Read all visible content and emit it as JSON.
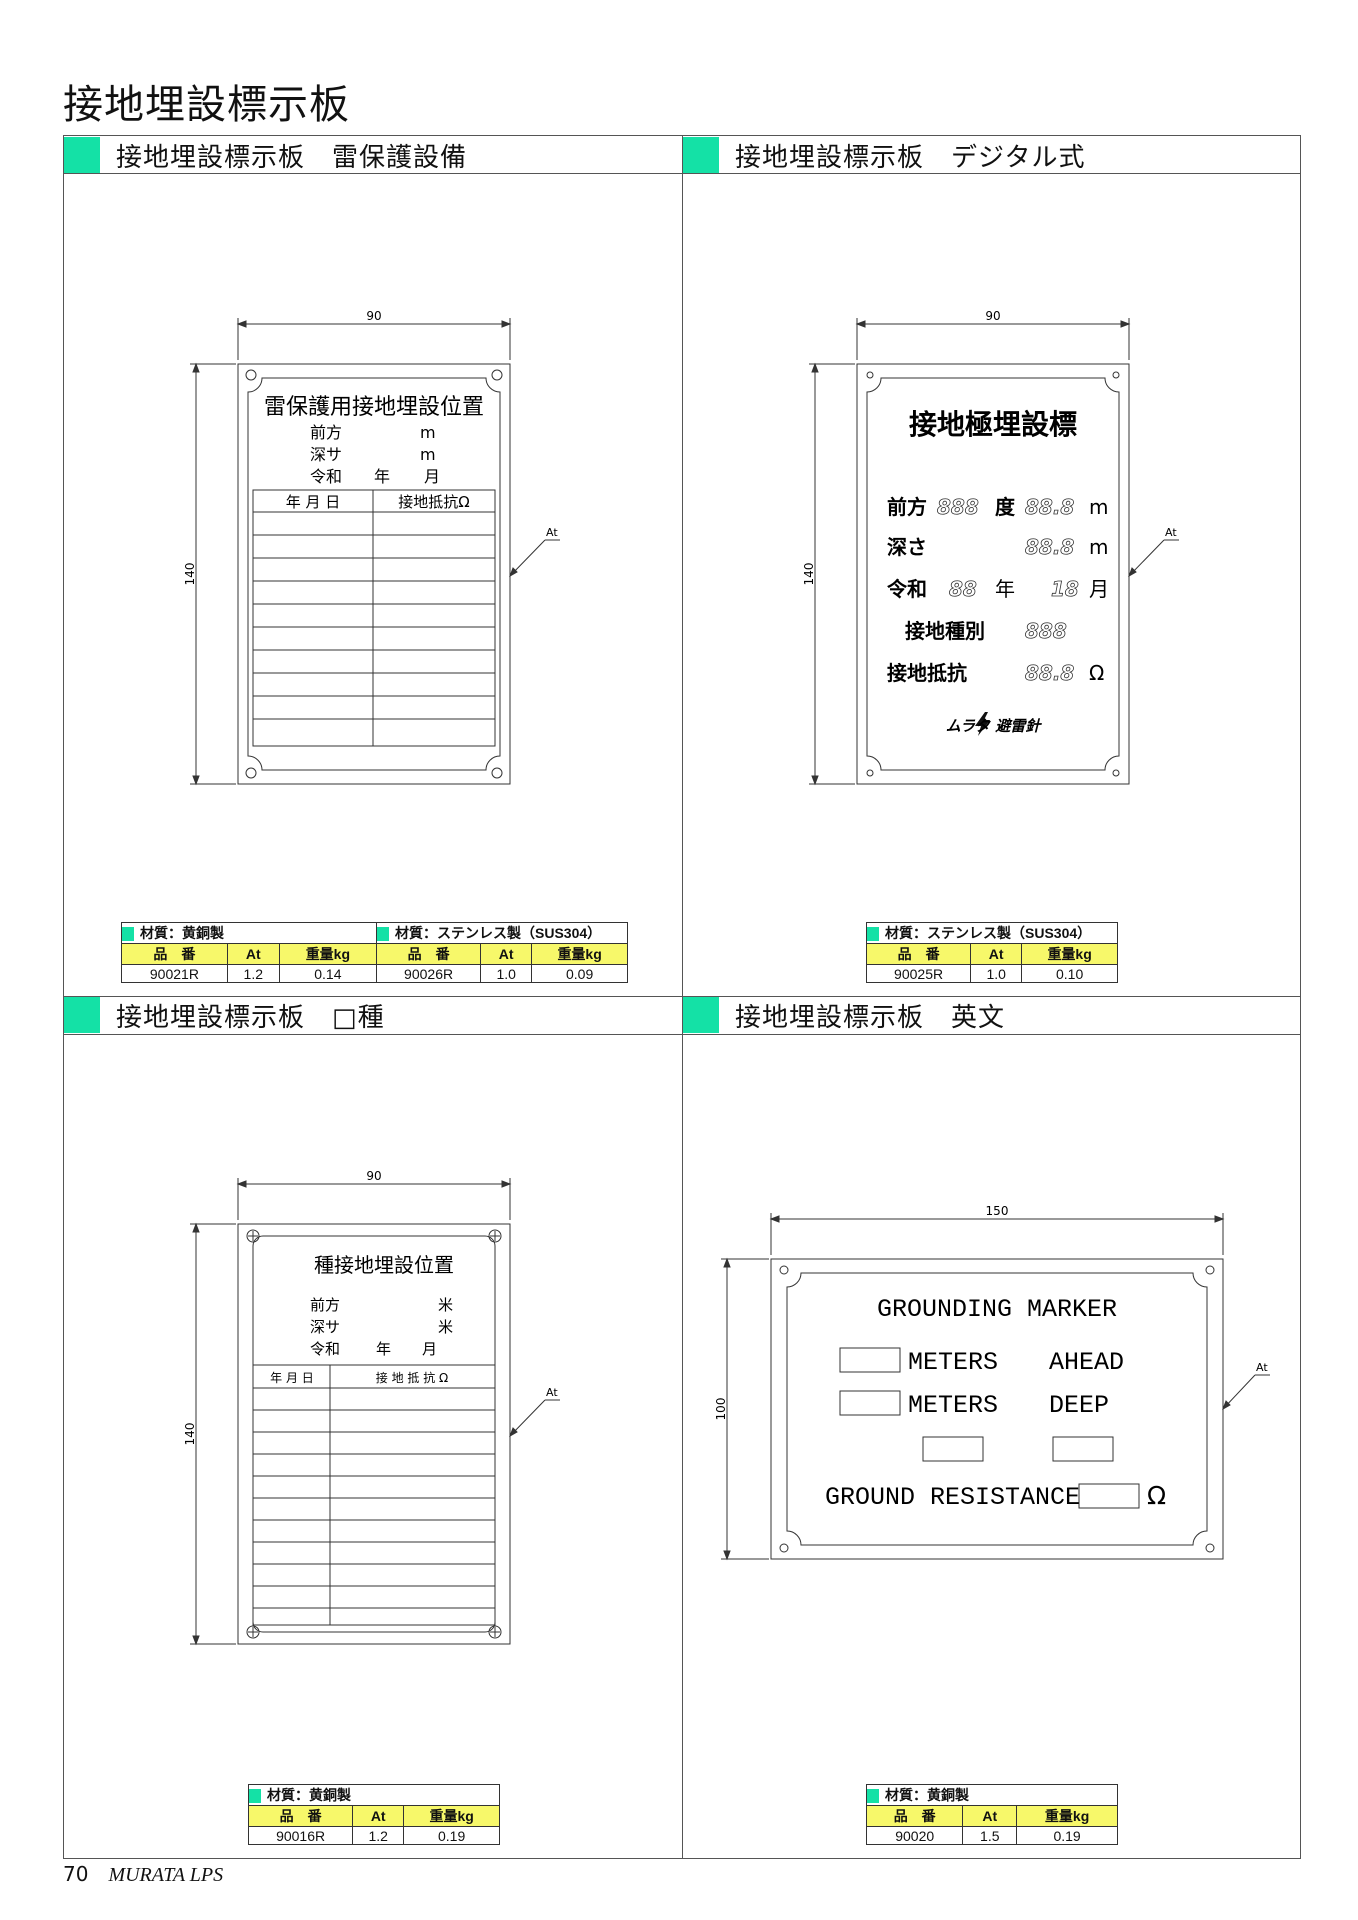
{
  "page_title": "接地埋設標示板",
  "panels": [
    {
      "title": "接地埋設標示板　雷保護設備",
      "drawing": {
        "dim_width": "90",
        "dim_height": "140",
        "leader": "At",
        "plate_title": "雷保護用接地埋設位置",
        "lines": [
          {
            "label": "前方",
            "unit": "m"
          },
          {
            "label": "深サ",
            "unit": "m"
          },
          {
            "label": "令和",
            "unit": "年",
            "unit2": "月"
          }
        ],
        "table_headers": [
          "年 月 日",
          "接地抵抗Ω"
        ]
      },
      "specs": [
        {
          "material": "材質：黄銅製",
          "headers": [
            "品　番",
            "At",
            "重量kg"
          ],
          "row": [
            "90021R",
            "1.2",
            "0.14"
          ]
        },
        {
          "material": "材質：ステンレス製（SUS304）",
          "headers": [
            "品　番",
            "At",
            "重量kg"
          ],
          "row": [
            "90026R",
            "1.0",
            "0.09"
          ]
        }
      ]
    },
    {
      "title": "接地埋設標示板　デジタル式",
      "drawing": {
        "dim_width": "90",
        "dim_height": "140",
        "leader": "At",
        "plate_title": "接地極埋設標",
        "lines": [
          {
            "label": "前方",
            "digits": "888",
            "mid": "度",
            "digits2": "88.8",
            "unit": "m"
          },
          {
            "label": "深さ",
            "digits2": "88.8",
            "unit": "m"
          },
          {
            "label": "令和",
            "digits": "88",
            "mid": "年",
            "digits2": "18",
            "unit": "月"
          },
          {
            "label": "接地種別",
            "digits2": "888"
          },
          {
            "label": "接地抵抗",
            "digits2": "88.8",
            "unit": "Ω"
          }
        ],
        "logo": "ムラタ 避雷針"
      },
      "specs": [
        {
          "material": "材質：ステンレス製（SUS304）",
          "headers": [
            "品　番",
            "At",
            "重量kg"
          ],
          "row": [
            "90025R",
            "1.0",
            "0.10"
          ]
        }
      ]
    },
    {
      "title": "接地埋設標示板　□種",
      "drawing": {
        "dim_width": "90",
        "dim_height": "140",
        "leader": "At",
        "plate_title": "種接地埋設位置",
        "lines": [
          {
            "label": "前方",
            "unit": "米"
          },
          {
            "label": "深サ",
            "unit": "米"
          },
          {
            "label": "令和",
            "unit": "年",
            "unit2": "月"
          }
        ],
        "table_headers": [
          "年 月 日",
          "接 地 抵 抗 Ω"
        ]
      },
      "specs": [
        {
          "material": "材質：黄銅製",
          "headers": [
            "品　番",
            "At",
            "重量kg"
          ],
          "row": [
            "90016R",
            "1.2",
            "0.19"
          ]
        }
      ]
    },
    {
      "title": "接地埋設標示板　英文",
      "drawing": {
        "dim_width": "150",
        "dim_height": "100",
        "leader": "At",
        "plate_title": "GROUNDING MARKER",
        "lines": [
          {
            "label": "METERS",
            "unit": "AHEAD"
          },
          {
            "label": "METERS",
            "unit": "DEEP"
          },
          {
            "label": "GROUND RESISTANCE",
            "unit": "Ω"
          }
        ]
      },
      "specs": [
        {
          "material": "材質：黄銅製",
          "headers": [
            "品　番",
            "At",
            "重量kg"
          ],
          "row": [
            "90020",
            "1.5",
            "0.19"
          ]
        }
      ]
    }
  ],
  "footer": {
    "page_number": "70",
    "brand": "MURATA LPS"
  },
  "colors": {
    "accent": "#14e1a6",
    "header_yellow": "#f7f86a"
  }
}
